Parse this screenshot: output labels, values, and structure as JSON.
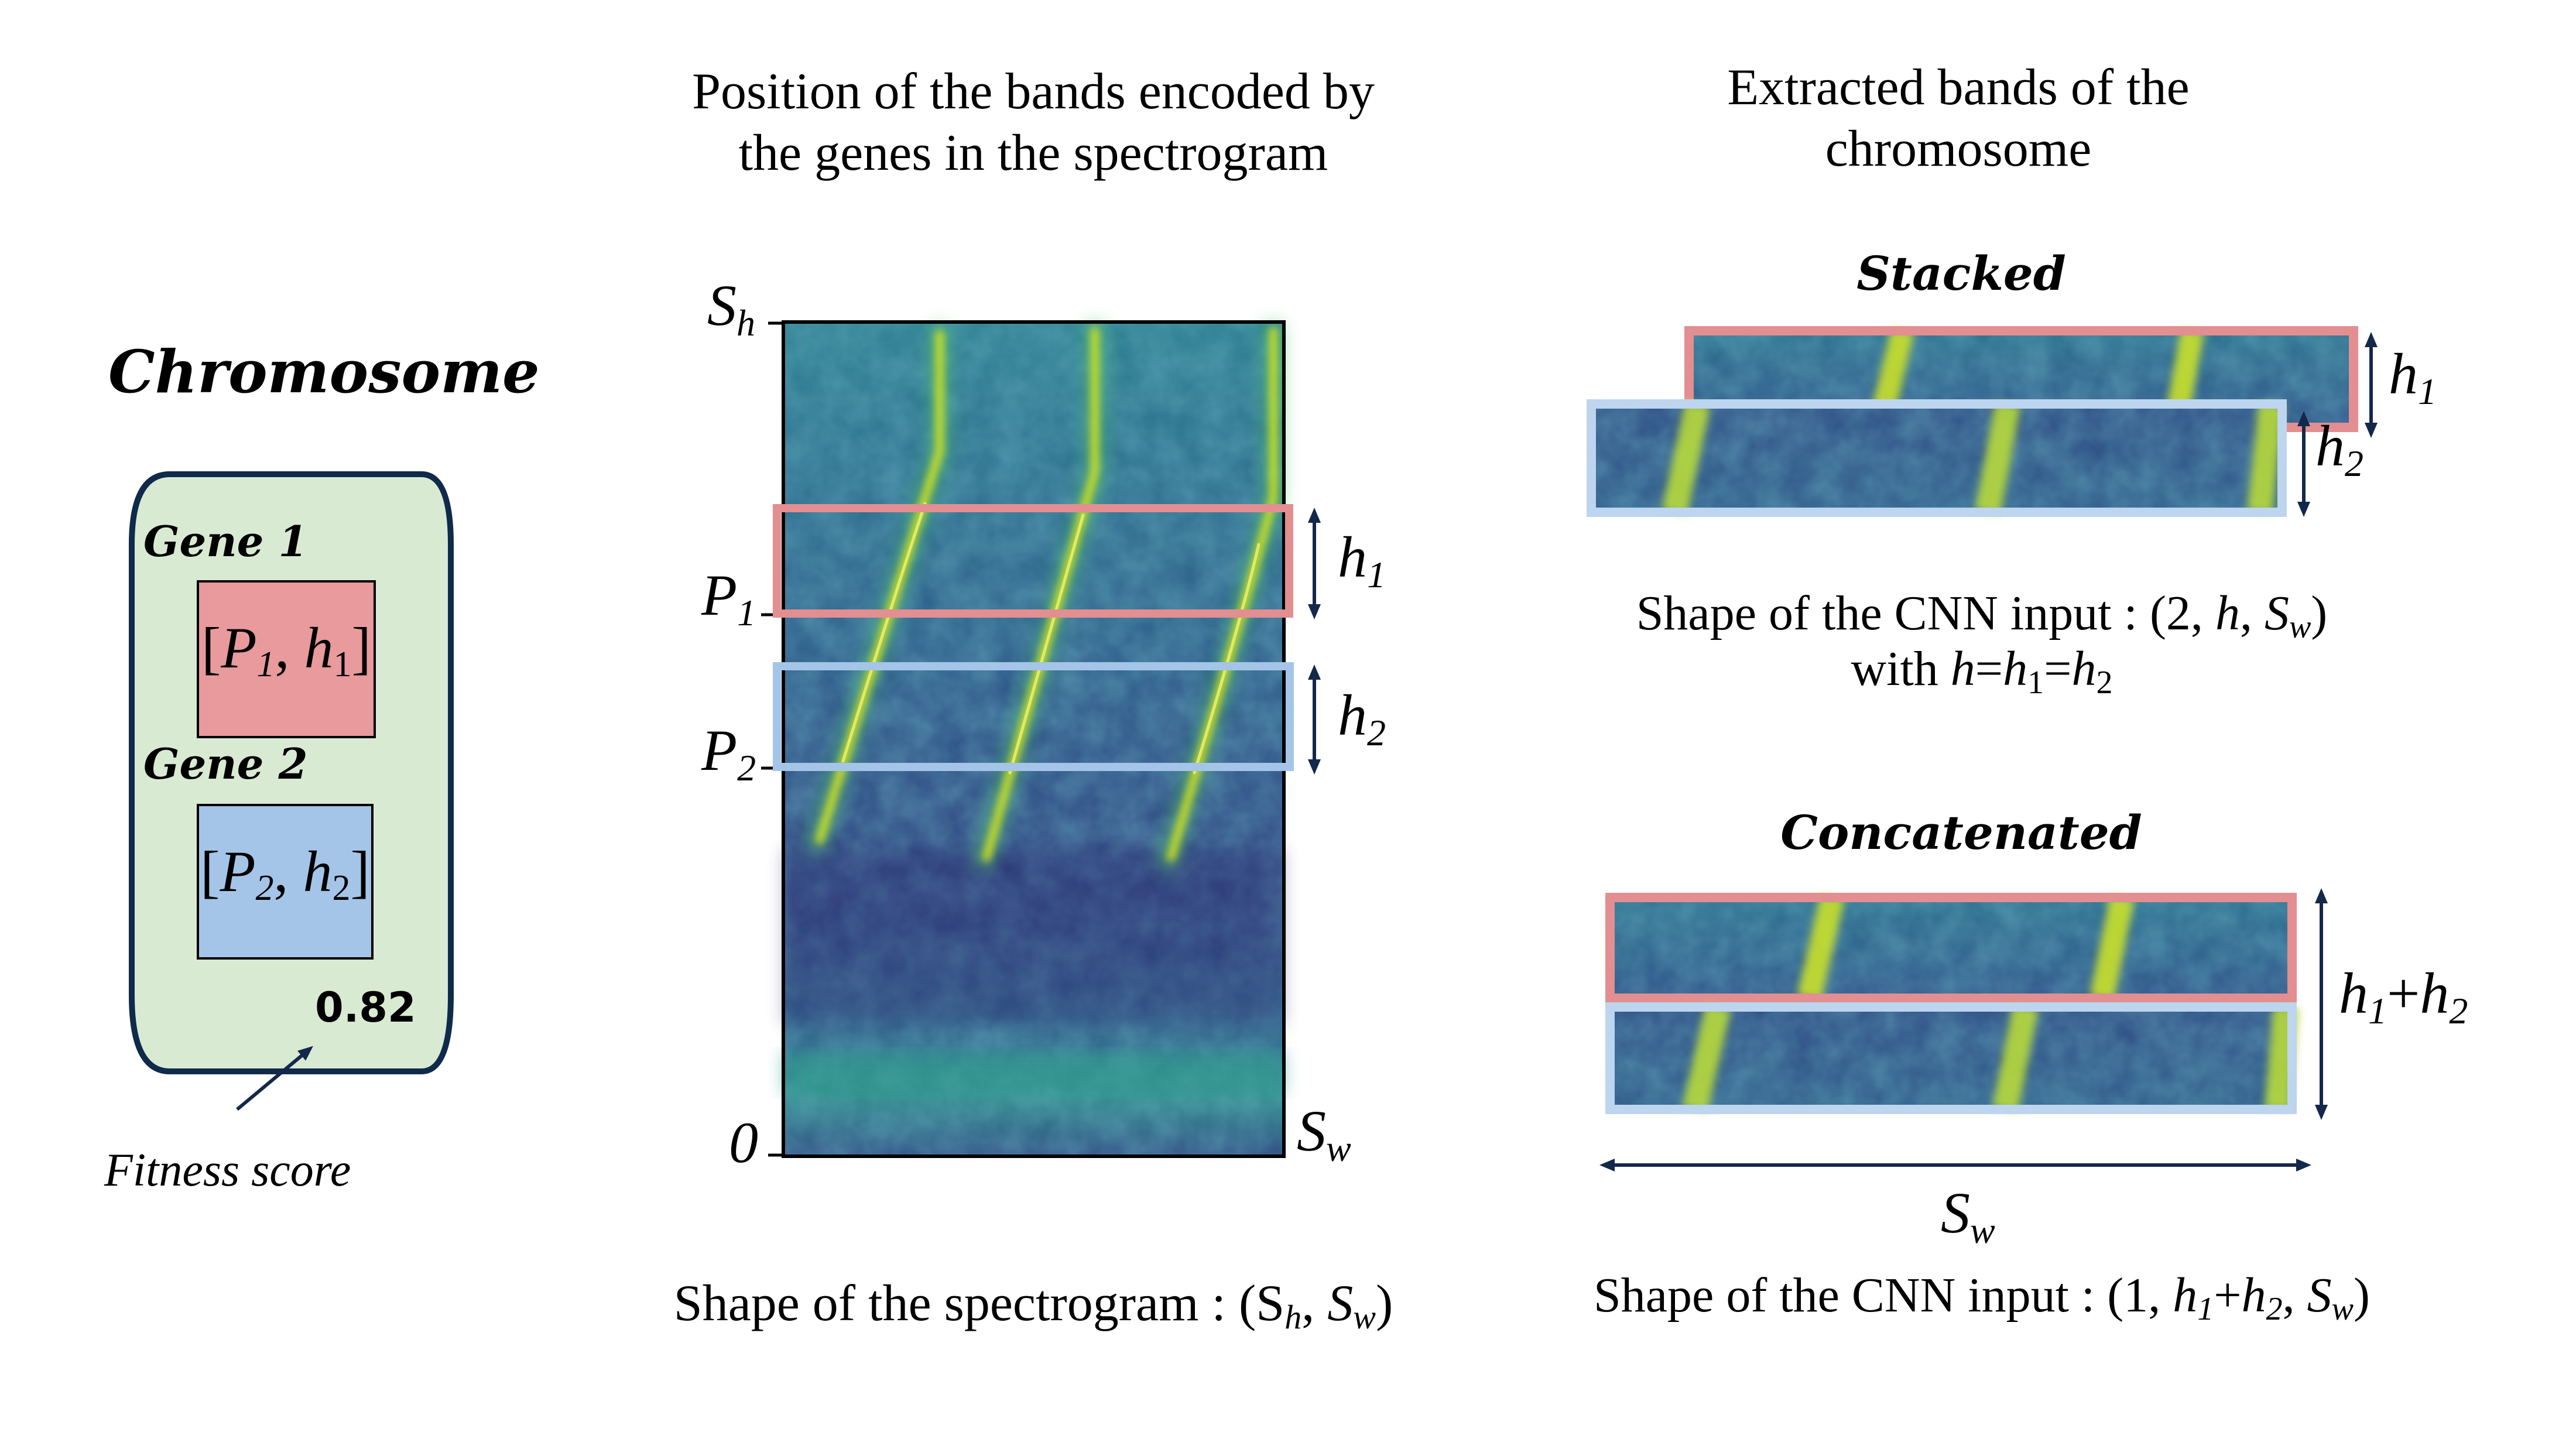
{
  "chromosome": {
    "title": "Chromosome",
    "gene1_label": "Gene 1",
    "gene2_label": "Gene 2",
    "gene1_open": "[",
    "gene1_p": "P",
    "gene1_p_sub": "1",
    "gene1_sep": ", ",
    "gene1_h": "h",
    "gene1_h_sub": "1",
    "gene1_close": "]",
    "gene2_open": "[",
    "gene2_p": "P",
    "gene2_p_sub": "2",
    "gene2_sep": ", ",
    "gene2_h": "h",
    "gene2_h_sub": "2",
    "gene2_close": "]",
    "fitness_value": "0.82",
    "fitness_label": "Fitness score"
  },
  "spectrogram": {
    "heading_line1": "Position of the bands encoded by",
    "heading_line2": "the genes in the spectrogram",
    "axis_top": "S",
    "axis_top_sub": "h",
    "axis_p1": "P",
    "axis_p1_sub": "1",
    "axis_p2": "P",
    "axis_p2_sub": "2",
    "axis_zero": "0",
    "axis_right": "S",
    "axis_right_sub": "w",
    "band1_h": "h",
    "band1_h_sub": "1",
    "band2_h": "h",
    "band2_h_sub": "2",
    "shape_prefix": "Shape of the spectrogram : (S",
    "shape_sub1": "h",
    "shape_mid": ", ",
    "shape_s": "S",
    "shape_sub2": "w",
    "shape_end": ")"
  },
  "extracted": {
    "heading_line1": "Extracted bands of the",
    "heading_line2": "chromosome",
    "stacked_label": "Stacked",
    "stacked_h1": "h",
    "stacked_h1_sub": "1",
    "stacked_h2": "h",
    "stacked_h2_sub": "2",
    "stacked_shape_prefix": "Shape of the CNN input : (2, ",
    "stacked_shape_h": "h",
    "stacked_shape_sep": ", ",
    "stacked_shape_s": "S",
    "stacked_shape_s_sub": "w",
    "stacked_shape_end": ")",
    "stacked_with": "with ",
    "stacked_with_h": "h",
    "stacked_with_eq1": "=",
    "stacked_with_h1": "h",
    "stacked_with_h1_sub": "1",
    "stacked_with_eq2": "=",
    "stacked_with_h2": "h",
    "stacked_with_h2_sub": "2",
    "concat_label": "Concatenated",
    "concat_h1": "h",
    "concat_h1_sub": "1",
    "concat_plus": "+",
    "concat_h2": "h",
    "concat_h2_sub": "2",
    "concat_sw": "S",
    "concat_sw_sub": "w",
    "concat_shape_prefix": "Shape of the CNN input : (1, ",
    "concat_shape_h1": "h",
    "concat_shape_h1_sub": "1",
    "concat_shape_plus": "+",
    "concat_shape_h2": "h",
    "concat_shape_h2_sub": "2",
    "concat_shape_sep": ", ",
    "concat_shape_s": "S",
    "concat_shape_s_sub": "w",
    "concat_shape_end": ")"
  },
  "colors": {
    "chromosome_fill": "#d9ead3",
    "chromosome_border": "#0f2a4a",
    "gene1_fill": "#e89a9c",
    "gene2_fill": "#a4c5e8",
    "band1_border": "#e38e91",
    "band2_border": "#a4c5e8",
    "arrow": "#13284a",
    "spectro_dark": "#2c2a6f",
    "spectro_mid": "#25738f",
    "spectro_teal": "#1f9e89",
    "spectro_bright": "#d8e51d"
  }
}
